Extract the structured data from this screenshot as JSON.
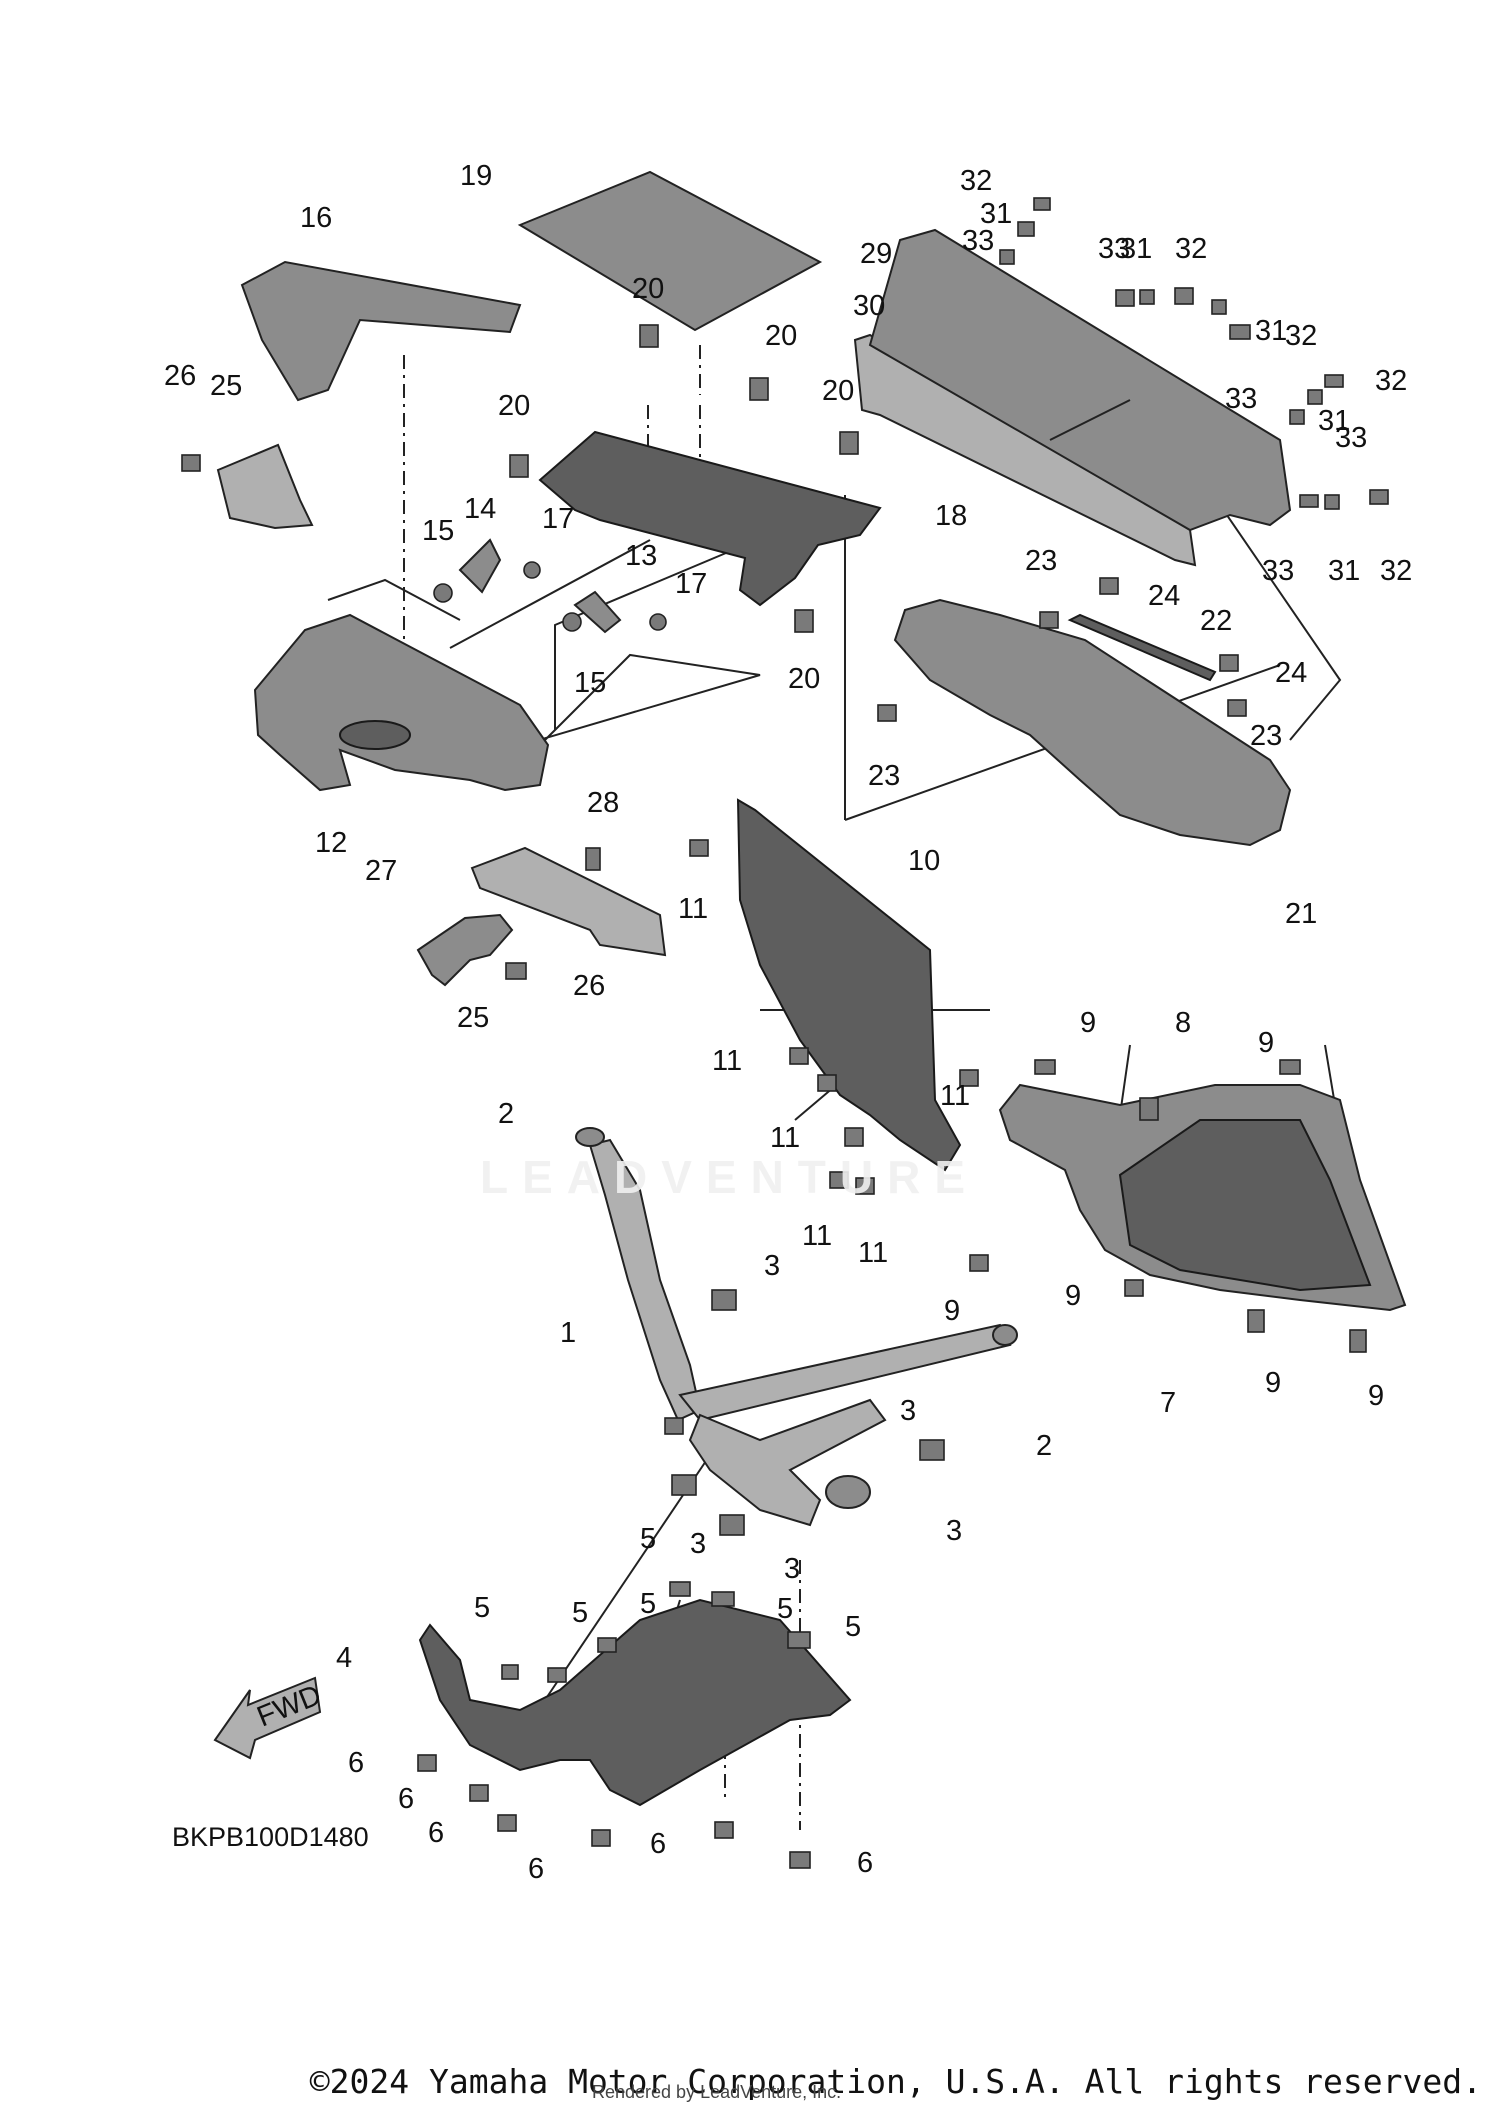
{
  "diagram": {
    "callouts": [
      {
        "id": "c1",
        "text": "1"
      },
      {
        "id": "c2a",
        "text": "2"
      },
      {
        "id": "c2b",
        "text": "2"
      },
      {
        "id": "c3a",
        "text": "3"
      },
      {
        "id": "c3b",
        "text": "3"
      },
      {
        "id": "c3c",
        "text": "3"
      },
      {
        "id": "c3d",
        "text": "3"
      },
      {
        "id": "c3e",
        "text": "3"
      },
      {
        "id": "c4",
        "text": "4"
      },
      {
        "id": "c5a",
        "text": "5"
      },
      {
        "id": "c5b",
        "text": "5"
      },
      {
        "id": "c5c",
        "text": "5"
      },
      {
        "id": "c5d",
        "text": "5"
      },
      {
        "id": "c5e",
        "text": "5"
      },
      {
        "id": "c5f",
        "text": "5"
      },
      {
        "id": "c6a",
        "text": "6"
      },
      {
        "id": "c6b",
        "text": "6"
      },
      {
        "id": "c6c",
        "text": "6"
      },
      {
        "id": "c6d",
        "text": "6"
      },
      {
        "id": "c6e",
        "text": "6"
      },
      {
        "id": "c6f",
        "text": "6"
      },
      {
        "id": "c7",
        "text": "7"
      },
      {
        "id": "c8",
        "text": "8"
      },
      {
        "id": "c9a",
        "text": "9"
      },
      {
        "id": "c9b",
        "text": "9"
      },
      {
        "id": "c9c",
        "text": "9"
      },
      {
        "id": "c9d",
        "text": "9"
      },
      {
        "id": "c9e",
        "text": "9"
      },
      {
        "id": "c9f",
        "text": "9"
      },
      {
        "id": "c10",
        "text": "10"
      },
      {
        "id": "c11a",
        "text": "11"
      },
      {
        "id": "c11b",
        "text": "11"
      },
      {
        "id": "c11c",
        "text": "11"
      },
      {
        "id": "c11d",
        "text": "11"
      },
      {
        "id": "c11e",
        "text": "11"
      },
      {
        "id": "c11f",
        "text": "11"
      },
      {
        "id": "c12",
        "text": "12"
      },
      {
        "id": "c13",
        "text": "13"
      },
      {
        "id": "c14",
        "text": "14"
      },
      {
        "id": "c15a",
        "text": "15"
      },
      {
        "id": "c15b",
        "text": "15"
      },
      {
        "id": "c16",
        "text": "16"
      },
      {
        "id": "c17a",
        "text": "17"
      },
      {
        "id": "c17b",
        "text": "17"
      },
      {
        "id": "c18",
        "text": "18"
      },
      {
        "id": "c19",
        "text": "19"
      },
      {
        "id": "c20a",
        "text": "20"
      },
      {
        "id": "c20b",
        "text": "20"
      },
      {
        "id": "c20c",
        "text": "20"
      },
      {
        "id": "c20d",
        "text": "20"
      },
      {
        "id": "c20e",
        "text": "20"
      },
      {
        "id": "c21",
        "text": "21"
      },
      {
        "id": "c22",
        "text": "22"
      },
      {
        "id": "c23a",
        "text": "23"
      },
      {
        "id": "c23b",
        "text": "23"
      },
      {
        "id": "c23c",
        "text": "23"
      },
      {
        "id": "c24a",
        "text": "24"
      },
      {
        "id": "c24b",
        "text": "24"
      },
      {
        "id": "c25a",
        "text": "25"
      },
      {
        "id": "c25b",
        "text": "25"
      },
      {
        "id": "c26a",
        "text": "26"
      },
      {
        "id": "c26b",
        "text": "26"
      },
      {
        "id": "c27",
        "text": "27"
      },
      {
        "id": "c28",
        "text": "28"
      },
      {
        "id": "c29",
        "text": "29"
      },
      {
        "id": "c30",
        "text": "30"
      },
      {
        "id": "c31a",
        "text": "31"
      },
      {
        "id": "c31b",
        "text": "31"
      },
      {
        "id": "c31c",
        "text": "31"
      },
      {
        "id": "c31d",
        "text": "31"
      },
      {
        "id": "c31e",
        "text": "31"
      },
      {
        "id": "c32a",
        "text": "32"
      },
      {
        "id": "c32b",
        "text": "32"
      },
      {
        "id": "c32c",
        "text": "32"
      },
      {
        "id": "c32d",
        "text": "32"
      },
      {
        "id": "c32e",
        "text": "32"
      },
      {
        "id": "c33a",
        "text": "33"
      },
      {
        "id": "c33b",
        "text": "33"
      },
      {
        "id": "c33c",
        "text": "33"
      },
      {
        "id": "c33d",
        "text": "33"
      },
      {
        "id": "c33e",
        "text": "33"
      }
    ],
    "fwd_label": "FWD",
    "diagram_code": "BKPB100D1480",
    "watermark_text": "LEADVENTURE"
  },
  "footer": {
    "copyright": "©2024 Yamaha Motor Corporation, U.S.A. All rights reserved.",
    "rendered_by": "Rendered by LeadVenture, Inc."
  }
}
